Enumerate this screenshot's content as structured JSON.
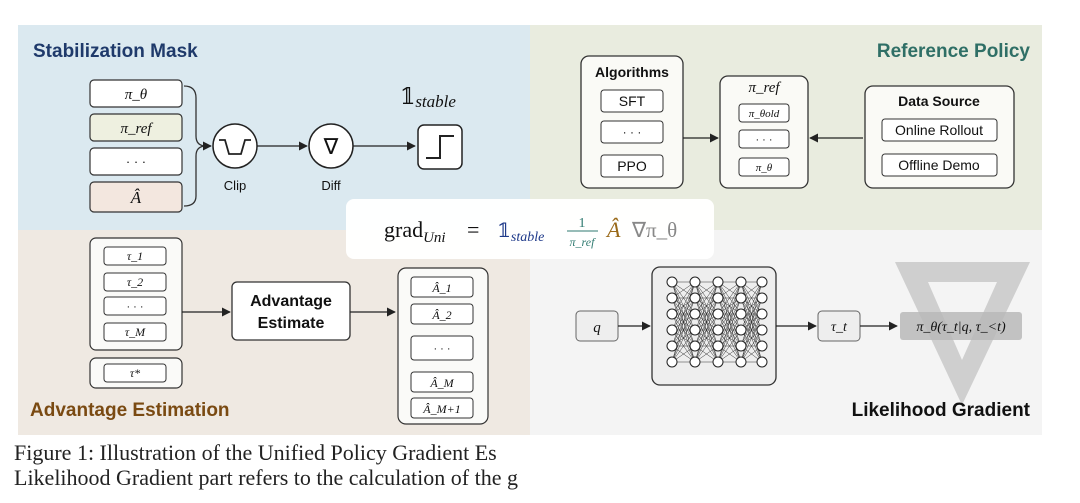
{
  "colors": {
    "stab_bg": "#dbe9f0",
    "ref_bg": "#e9ecdf",
    "adv_bg": "#efe9e2",
    "lik_bg": "#f4f4f4",
    "stab_title": "#1f3a6b",
    "ref_title": "#2f6f66",
    "adv_title": "#7a4a12",
    "lik_title": "#111111",
    "box_stroke": "#333333",
    "ref_fill": "#eef0e0",
    "a_fill": "#f3e7df",
    "grey_box": "#eeeeee",
    "formula_pink": "#fcf3f2"
  },
  "sections": {
    "stabilization": {
      "title": "Stabilization Mask"
    },
    "reference": {
      "title": "Reference Policy"
    },
    "advantage": {
      "title": "Advantage Estimation"
    },
    "likelihood": {
      "title": "Likelihood Gradient"
    }
  },
  "stabilization": {
    "inputs": [
      "π_θ",
      "π_ref",
      "· · ·",
      "Â"
    ],
    "clip_label": "Clip",
    "diff_label": "Diff",
    "diff_symbol": "∇",
    "indicator": "𝟙",
    "indicator_sub": "stable"
  },
  "reference": {
    "algorithms_title": "Algorithms",
    "algorithms": [
      "SFT",
      "· · ·",
      "PPO"
    ],
    "pi_ref_title": "π_ref",
    "pi_items": [
      "π_θold",
      "· · ·",
      "π_θ"
    ],
    "data_source_title": "Data Source",
    "data_sources": [
      "Online Rollout",
      "Offline Demo"
    ]
  },
  "advantage": {
    "taus": [
      "τ_1",
      "τ_2",
      "· · ·",
      "τ_M"
    ],
    "tau_star": "τ*",
    "estimate_label_1": "Advantage",
    "estimate_label_2": "Estimate",
    "a_hats": [
      "Â_1",
      "Â_2",
      "· · ·",
      "Â_M",
      "Â_M+1"
    ]
  },
  "likelihood": {
    "q": "q",
    "tau_t": "τ_t",
    "output": "π_θ(τ_t|q, τ_<t)"
  },
  "formula": {
    "grad": "grad",
    "grad_sub": "Uni",
    "equals": "=",
    "indicator": "𝟙",
    "indicator_sub": "stable",
    "frac_num": "1",
    "frac_den": "π_ref",
    "a_hat": "Â",
    "nabla_pi": "∇π_θ"
  },
  "caption": {
    "line1": "Figure 1: Illustration of the Unified Policy Gradient Es",
    "line2": "Likelihood Gradient part refers to the calculation of the g"
  }
}
